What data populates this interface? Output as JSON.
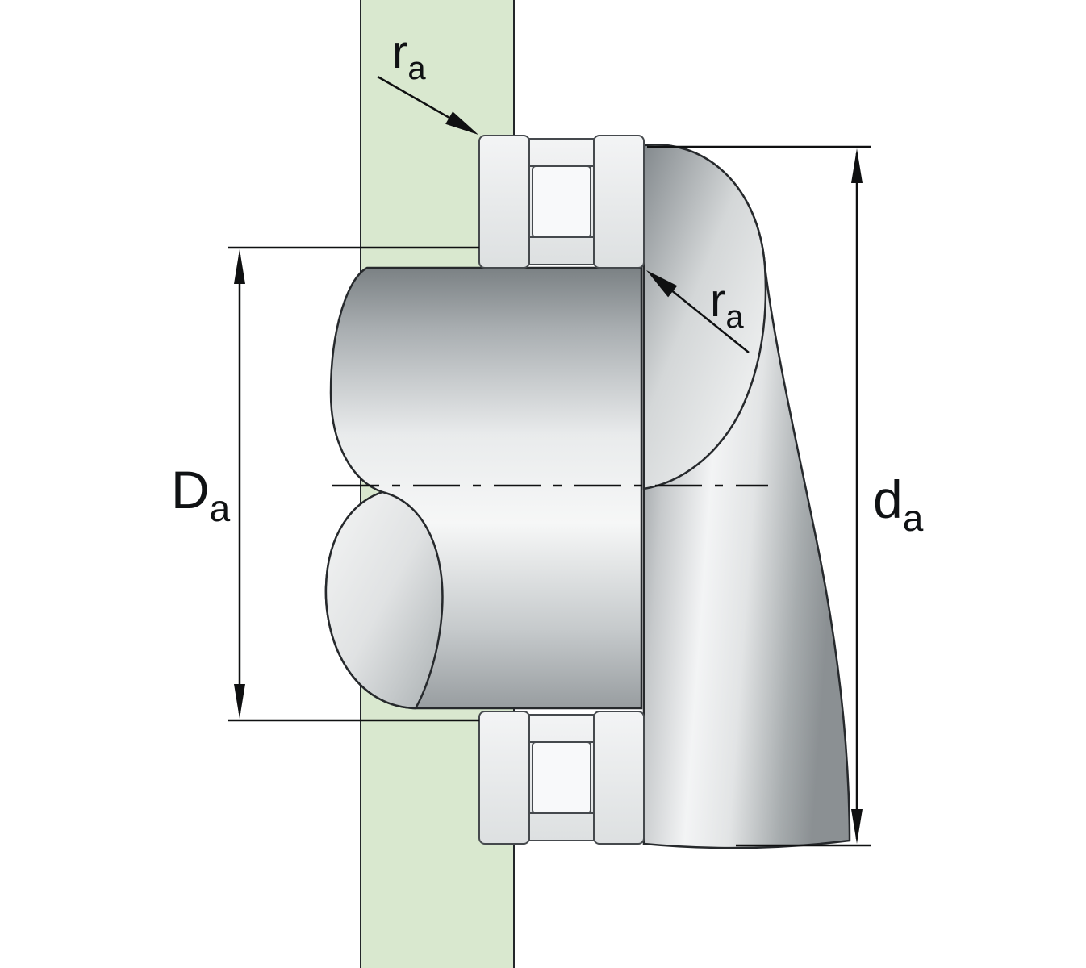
{
  "figure": {
    "labels": {
      "housing_fillet": {
        "main": "r",
        "sub": "a"
      },
      "shaft_fillet": {
        "main": "r",
        "sub": "a"
      },
      "housing_abutment": {
        "main": "D",
        "sub": "a"
      },
      "shaft_abutment": {
        "main": "d",
        "sub": "a"
      }
    },
    "colors": {
      "housing_fill": "#d9e8cf",
      "washer_fill": "#edeff0",
      "roller_fill": "#f8f9fa",
      "metal_dark": "#7b8184",
      "metal_light": "#f6f7f7",
      "outline": "#26292c",
      "dimension": "#0f1011"
    }
  }
}
